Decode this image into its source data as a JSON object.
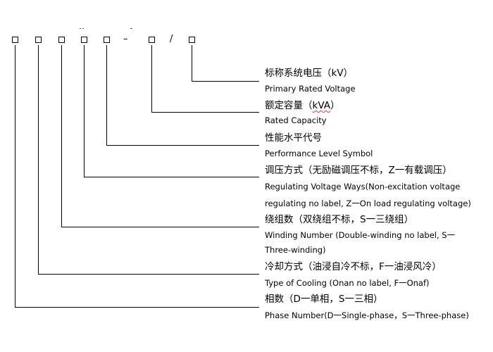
{
  "header": {
    "model_separator_dash": "–",
    "model_separator_slash": "/"
  },
  "items": [
    {
      "id": "primary-rated-voltage",
      "chinese": "标称系统电压（kV）",
      "english_lines": [
        "Primary Rated Voltage"
      ]
    },
    {
      "id": "rated-capacity",
      "chinese_main": "额定容量（",
      "chinese_unit": "kVA",
      "chinese_end": "）",
      "english_lines": [
        "Rated Capacity"
      ]
    },
    {
      "id": "performance-level",
      "chinese": "性能水平代号",
      "english_lines": [
        "Performance Level Symbol"
      ]
    },
    {
      "id": "regulating-voltage",
      "chinese": "调压方式（无励磁调压不标，Z一有载调压）",
      "english_lines": [
        "Regulating Voltage Ways(Non-excitation voltage",
        "regulating no label, Z一On load regulating voltage)"
      ]
    },
    {
      "id": "winding-number",
      "chinese": "绕组数（双绕组不标，S一三绕组）",
      "english_lines": [
        "Winding Number (Double-winding no label, S一",
        "Three-winding)"
      ]
    },
    {
      "id": "type-of-cooling",
      "chinese": "冷却方式（油浸自冷不标，F一油浸风冷）",
      "english_lines": [
        "Type of Cooling (Onan no label,  F一Onaf)"
      ]
    },
    {
      "id": "phase-number",
      "chinese": "相数（D一单相，S一三相）",
      "english_lines": [
        "Phase Number(D一Single-phase，S一Three-phase)"
      ]
    }
  ]
}
